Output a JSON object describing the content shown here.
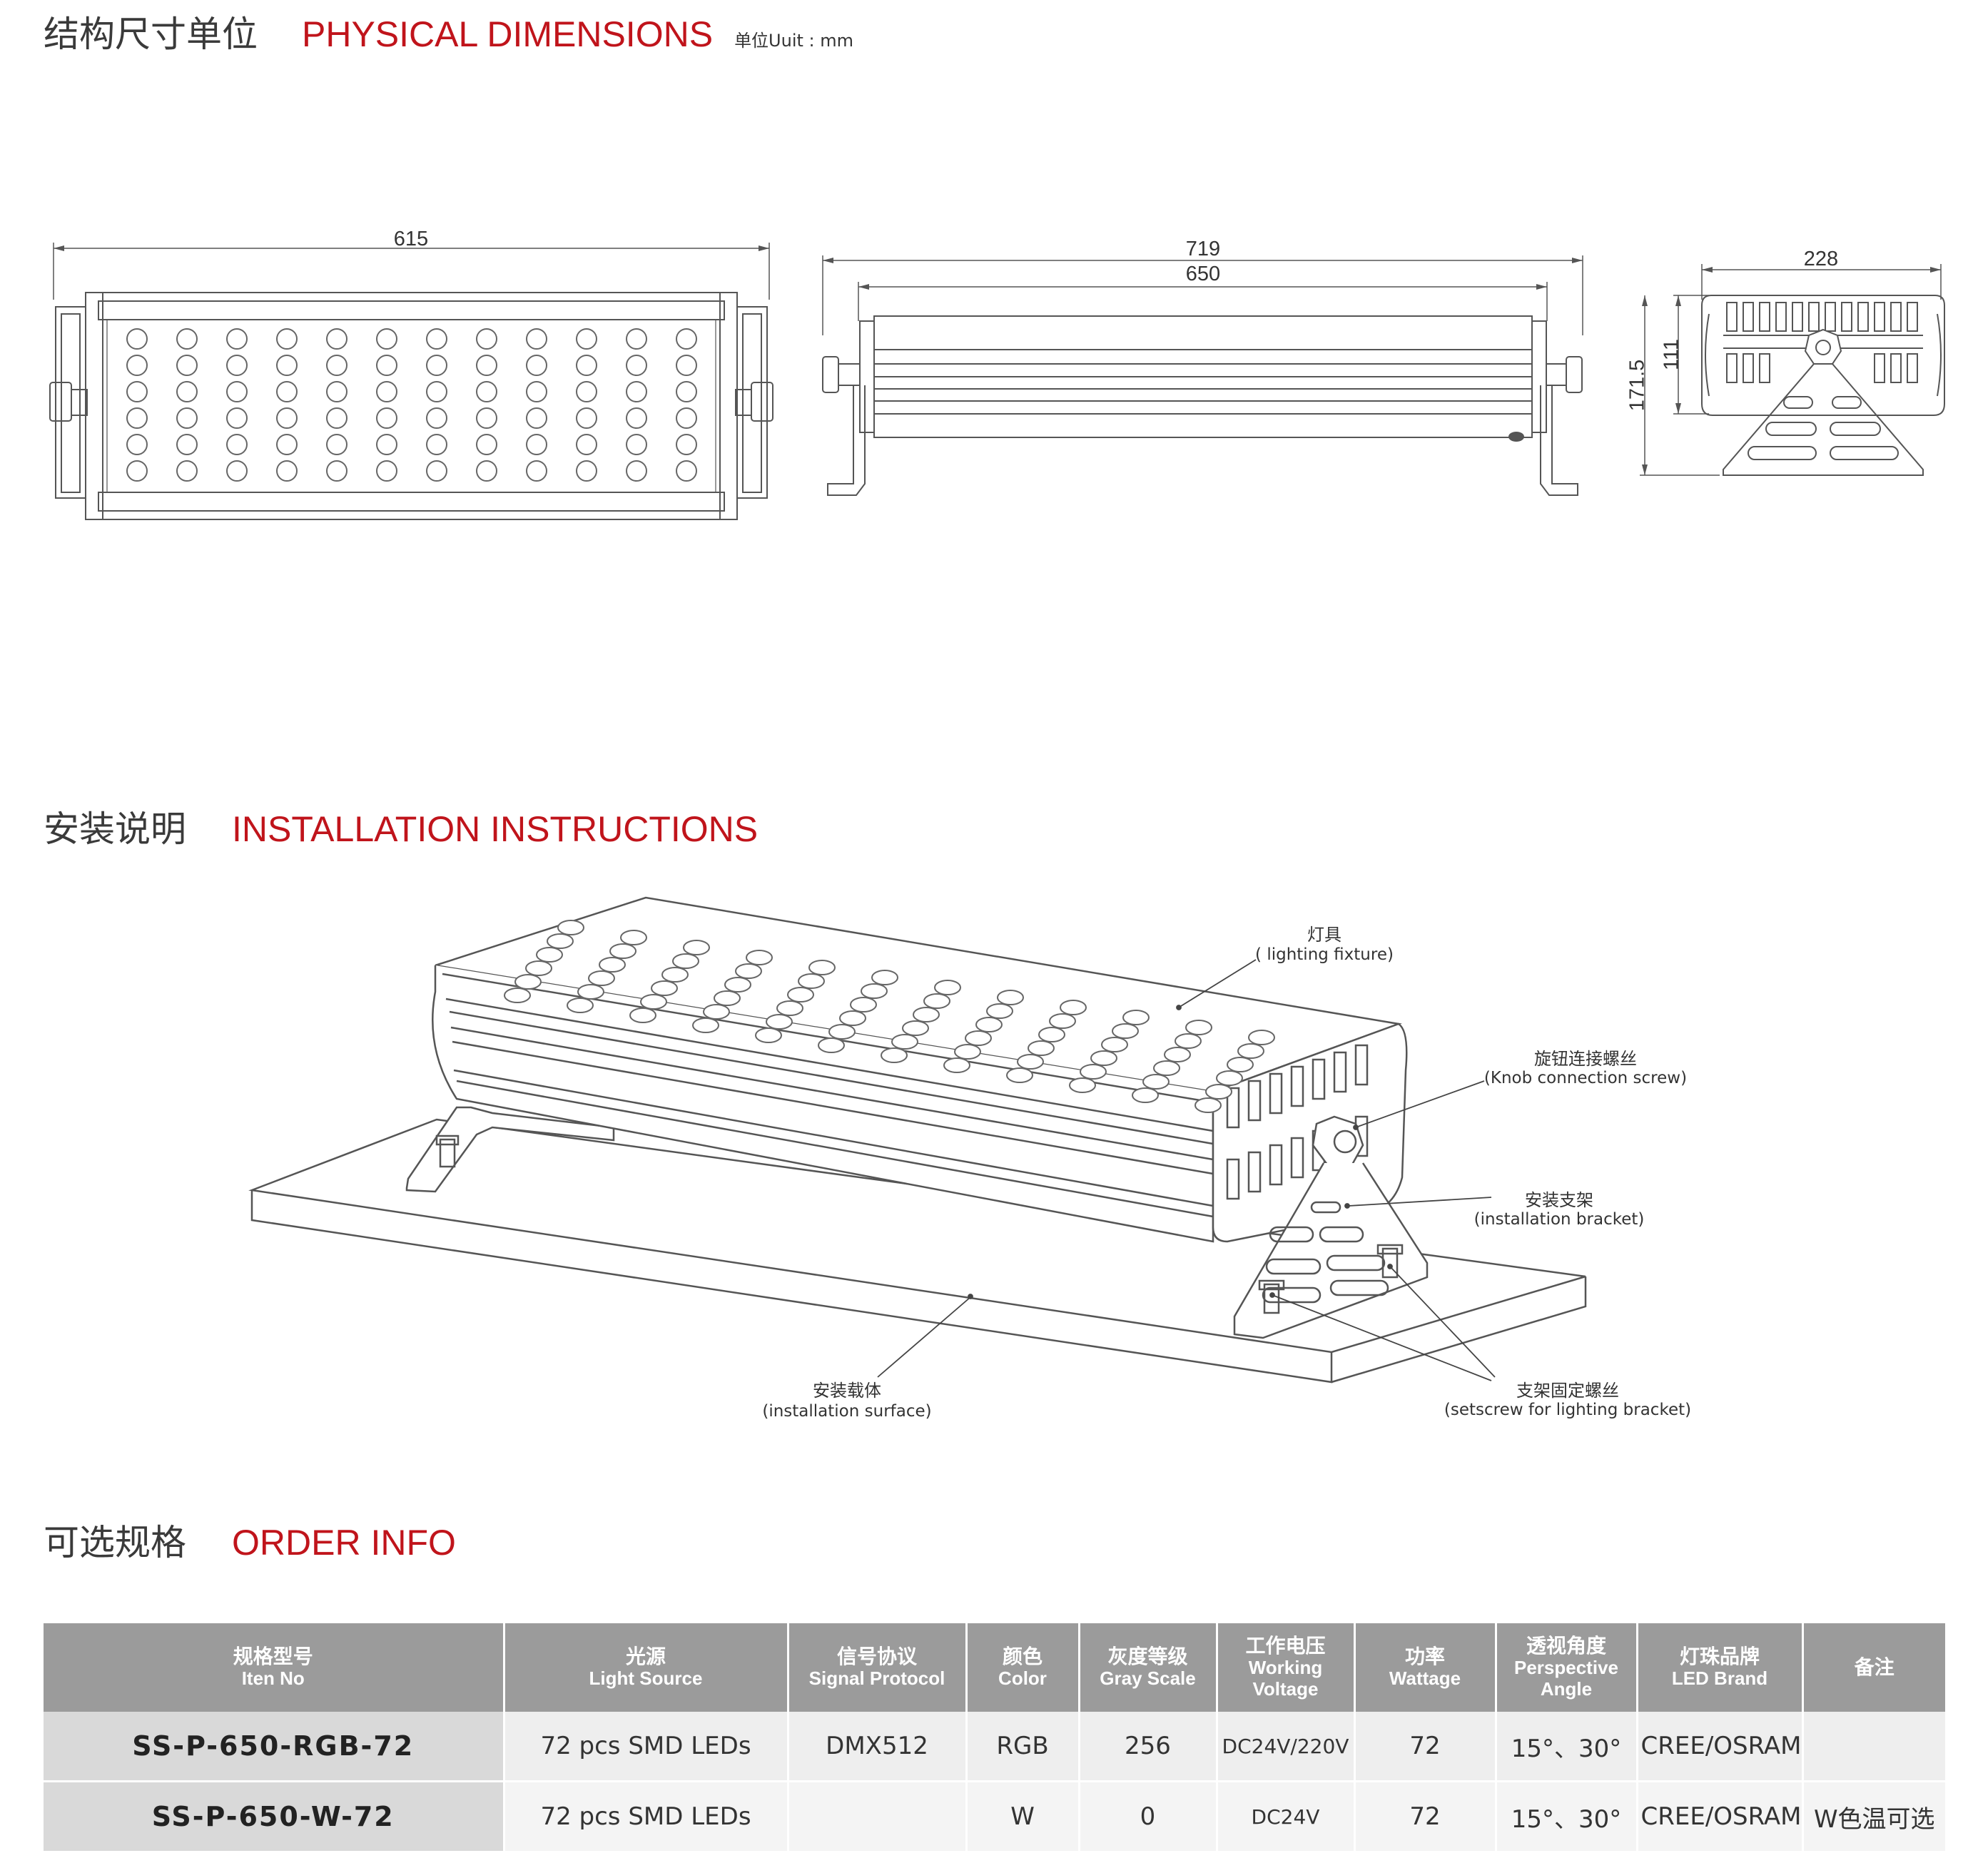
{
  "sections": {
    "dimensions": {
      "title_cn": "结构尺寸单位",
      "title_en": "PHYSICAL DIMENSIONS",
      "unit": "单位Uuit : mm"
    },
    "installation": {
      "title_cn": "安装说明",
      "title_en": "INSTALLATION INSTRUCTIONS"
    },
    "order": {
      "title_cn": "可选规格",
      "title_en": "ORDER INFO"
    }
  },
  "dimensions": {
    "front_width": "615",
    "side_total": "719",
    "side_body": "650",
    "end_width": "228",
    "end_height_body": "111",
    "end_height_total": "171.5"
  },
  "callouts": {
    "fixture": {
      "cn": "灯具",
      "en": "( lighting fixture)"
    },
    "knob": {
      "cn": "旋钮连接螺丝",
      "en": "(Knob connection screw)"
    },
    "bracket": {
      "cn": "安装支架",
      "en": "(installation bracket)"
    },
    "surface": {
      "cn": "安装载体",
      "en": "(installation surface)"
    },
    "setscrew": {
      "cn": "支架固定螺丝",
      "en": "(setscrew for lighting bracket)"
    }
  },
  "table": {
    "headers": [
      {
        "cn": "规格型号",
        "en": "Iten No"
      },
      {
        "cn": "光源",
        "en": "Light Source"
      },
      {
        "cn": "信号协议",
        "en": "Signal Protocol"
      },
      {
        "cn": "颜色",
        "en": "Color"
      },
      {
        "cn": "灰度等级",
        "en": "Gray Scale"
      },
      {
        "cn": "工作电压",
        "en": "Working Voltage"
      },
      {
        "cn": "功率",
        "en": "Wattage"
      },
      {
        "cn": "透视角度",
        "en": "Perspective Angle"
      },
      {
        "cn": "灯珠品牌",
        "en": "LED Brand"
      },
      {
        "cn": "备注",
        "en": ""
      }
    ],
    "rows": [
      [
        "SS-P-650-RGB-72",
        "72 pcs SMD LEDs",
        "DMX512",
        "RGB",
        "256",
        "DC24V/220V",
        "72",
        "15°、30°",
        "CREE/OSRAM",
        ""
      ],
      [
        "SS-P-650-W-72",
        "72 pcs SMD LEDs",
        "",
        "W",
        "0",
        "DC24V",
        "72",
        "15°、30°",
        "CREE/OSRAM",
        "W色温可选"
      ]
    ]
  }
}
